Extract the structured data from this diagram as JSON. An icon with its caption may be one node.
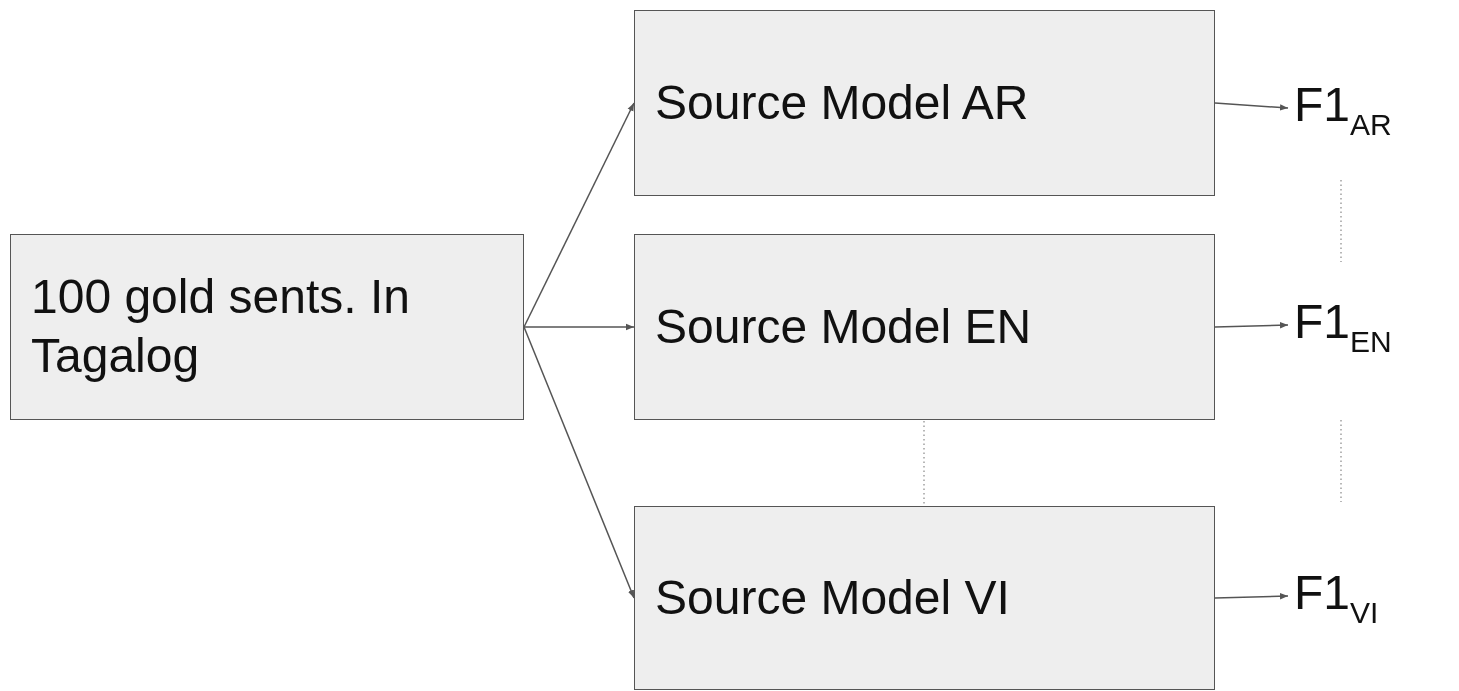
{
  "diagram": {
    "nodes": [
      {
        "text": [
          "100 gold sents. In Tagalog"
        ]
      },
      {
        "text": [
          "Source Model AR"
        ]
      },
      {
        "text": [
          "Source Model EN"
        ]
      },
      {
        "text": [
          "Source Model VI"
        ]
      },
      {
        "text": [
          "F1$_{AR}$"
        ]
      },
      {
        "text": [
          "F1$_{EN}$"
        ]
      },
      {
        "text": [
          "F1$_{VI}$"
        ]
      }
    ],
    "edges": [
      {
        "from": 0,
        "to": 1,
        "arrow": "to"
      },
      {
        "from": 0,
        "to": 2,
        "arrow": "to"
      },
      {
        "from": 0,
        "to": 3,
        "arrow": "to"
      },
      {
        "from": 1,
        "to": 4,
        "arrow": "to"
      },
      {
        "from": 2,
        "to": 5,
        "arrow": "to"
      },
      {
        "from": 3,
        "to": 6,
        "arrow": "to"
      }
    ]
  }
}
